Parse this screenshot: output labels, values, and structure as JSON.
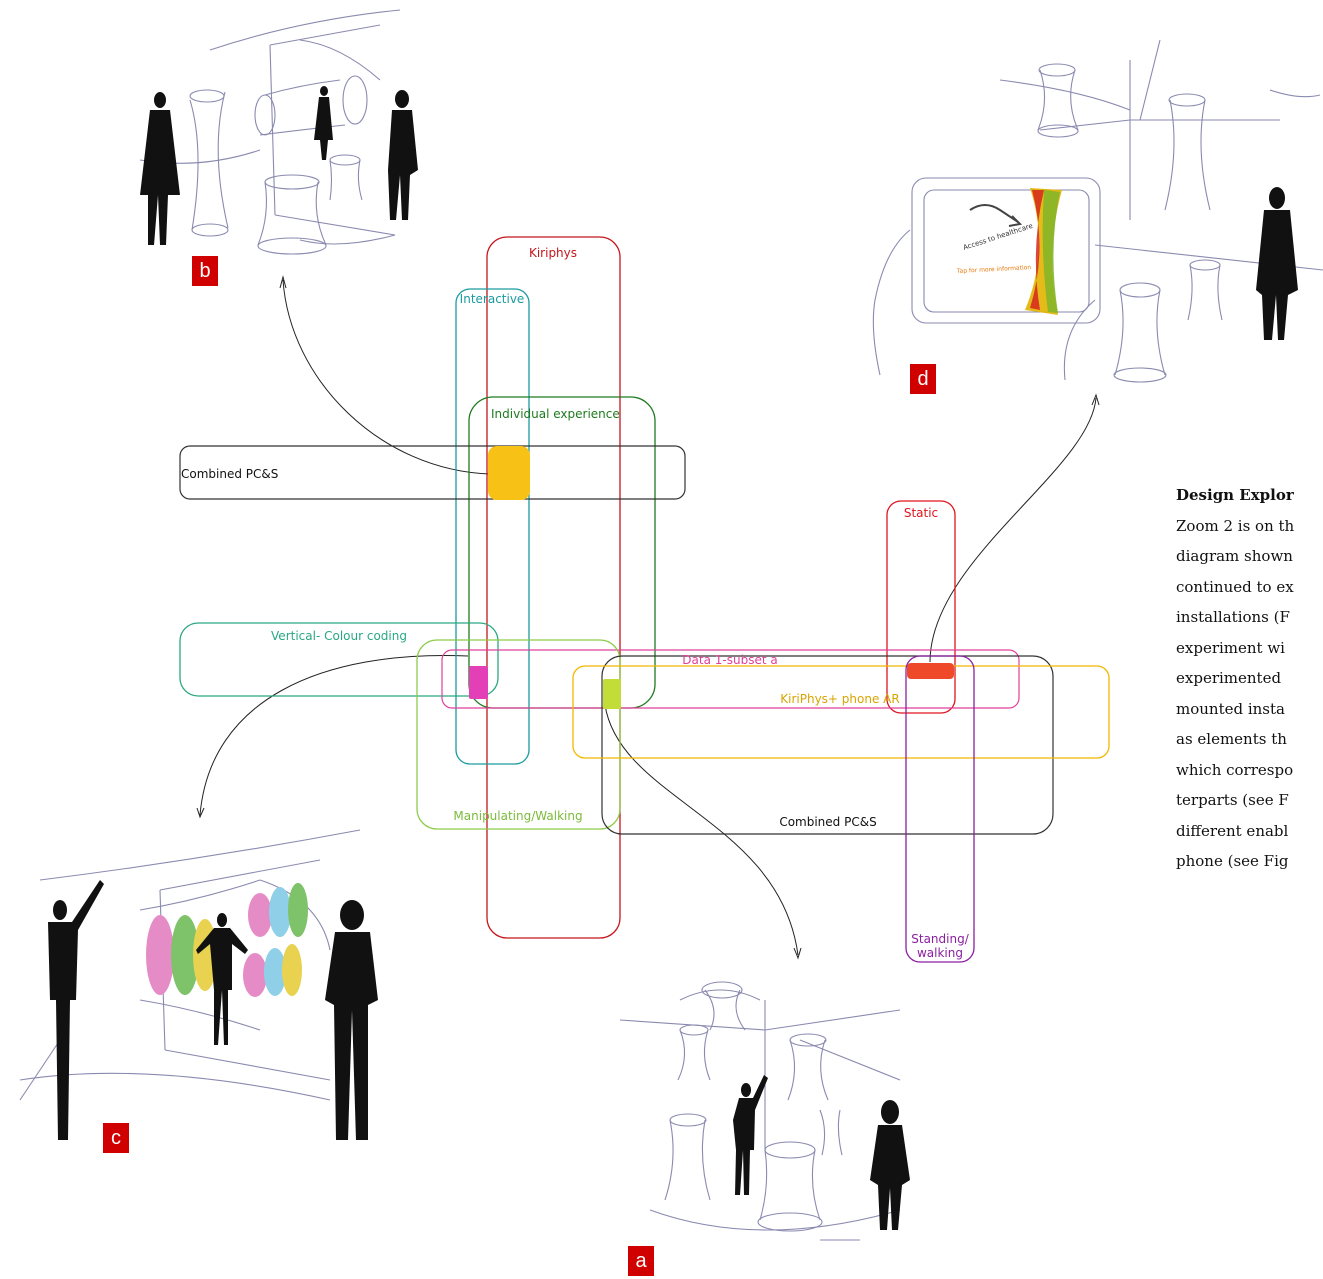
{
  "panels": {
    "a": "a",
    "b": "b",
    "c": "c",
    "d": "d"
  },
  "groups": {
    "kiriphys": "Kiriphys",
    "interactive": "Interactive",
    "individual": "Individual experience",
    "combined_top": "Combined PC&S",
    "static": "Static",
    "vertical": "Vertical- Colour coding",
    "data_subset": "Data 1-subset a",
    "phone_ar": "KiriPhys+ phone AR",
    "manipulating": "Manipulating/Walking",
    "combined_bottom": "Combined PC&S",
    "standing_1": "Standing/",
    "standing_2": "walking"
  },
  "sketch_d": {
    "screen_text": "Access to healthcare",
    "tap_text": "Tap for more information"
  },
  "side_text": {
    "heading": "Design Explor",
    "lines": [
      "Zoom 2 is on th",
      "diagram shown",
      "continued to ex",
      "installations (F",
      "experiment wi",
      "experimented",
      "mounted insta",
      "as elements th",
      "which correspo",
      "terparts (see F",
      "different enabl",
      "phone (see Fig"
    ]
  },
  "colors": {
    "kiriphys": "#c4161c",
    "interactive": "#1a9ba0",
    "individual": "#1f7a1f",
    "combined": "#333333",
    "static": "#e0141e",
    "vertical": "#2aa882",
    "data_subset": "#e0409a",
    "phone_ar": "#f2b800",
    "manipulating": "#8ccc4a",
    "standing": "#8a1fa0",
    "tag": "#d10000"
  }
}
